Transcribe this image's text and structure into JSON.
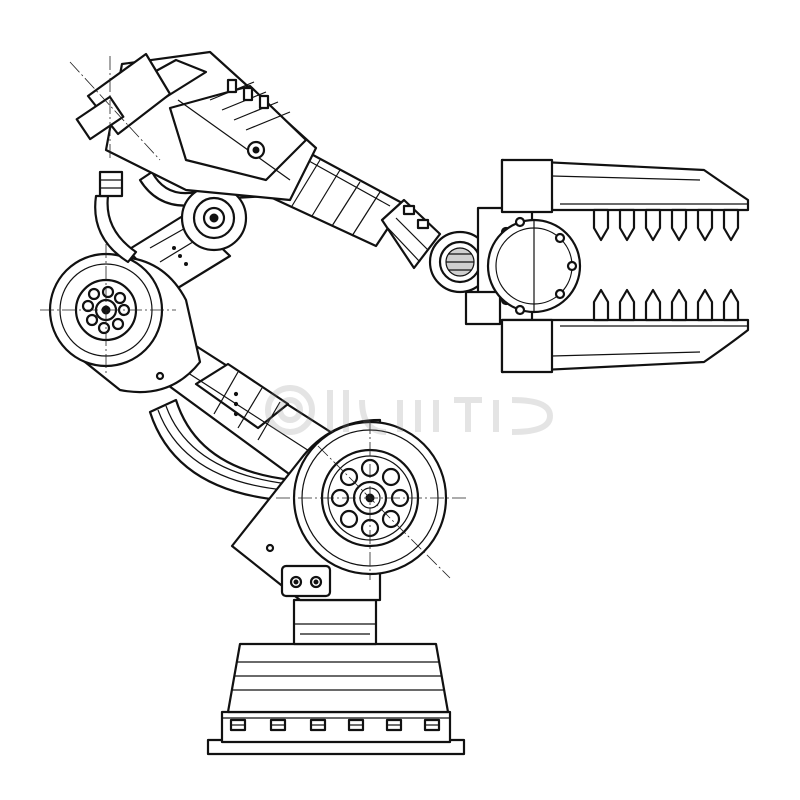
{
  "image": {
    "subject": "robotic-arm-line-drawing",
    "style": "black outline technical drawing on white",
    "colors": {
      "line": "#111111",
      "background": "#ffffff",
      "watermark": "#bbbbbb"
    }
  },
  "watermark": {
    "brand": "dreamstime"
  }
}
